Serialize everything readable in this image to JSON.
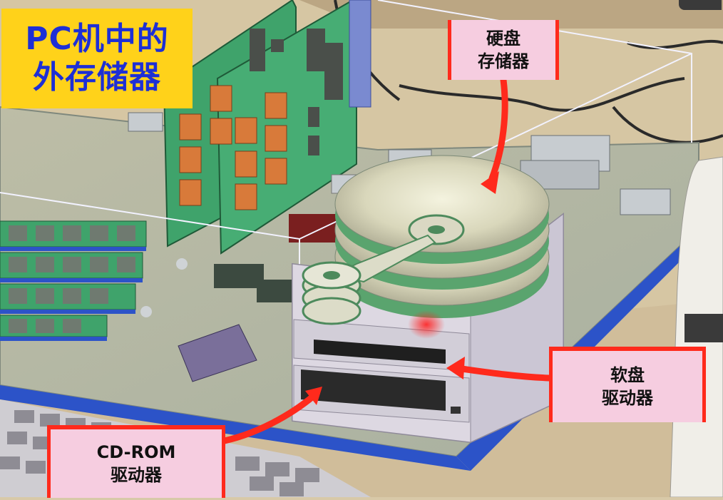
{
  "title": {
    "line1": "PC机中的",
    "line2": "外存储器"
  },
  "callouts": {
    "hard_disk": {
      "line1": "硬盘",
      "line2": "存储器"
    },
    "floppy": {
      "line1": "软盘",
      "line2": "驱动器"
    },
    "cdrom": {
      "line1": "CD-ROM",
      "line2": "驱动器"
    }
  },
  "colors": {
    "title_bg": "#ffd21a",
    "title_text": "#1d2fd6",
    "callout_bg": "#f6cde0",
    "arrow": "#ff2a1c"
  }
}
